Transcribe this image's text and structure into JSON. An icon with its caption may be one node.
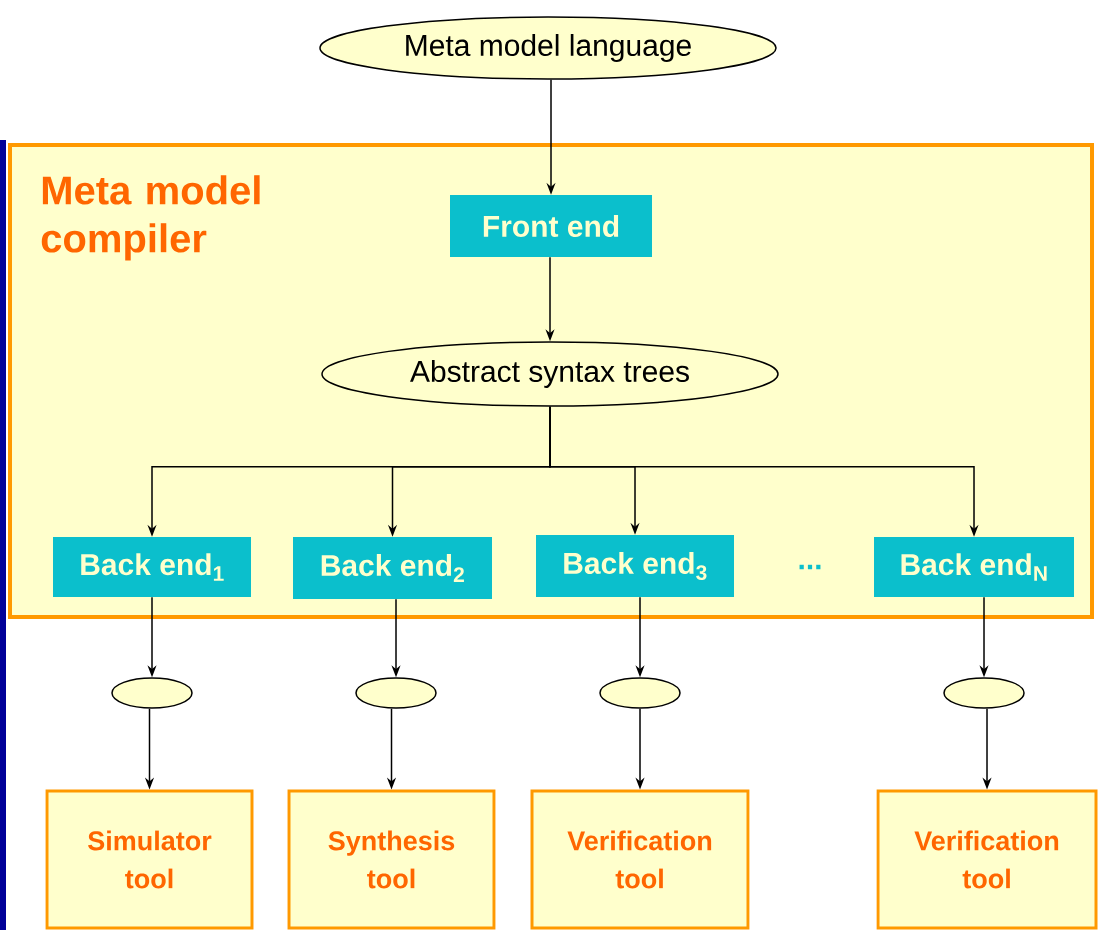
{
  "diagram": {
    "nodes": [
      {
        "text": [
          "Meta model language"
        ]
      },
      {
        "text": [
          "Meta model compiler"
        ]
      },
      {
        "text": [
          "Front end"
        ],
        "in": 1
      },
      {
        "text": [
          "Abstract syntax trees"
        ],
        "in": 1
      },
      {
        "text": [
          "Back end$_{1}$"
        ],
        "in": 1
      },
      {
        "text": [
          "Back end$_{2}$"
        ],
        "in": 1
      },
      {
        "text": [
          "Back end$_{3}$"
        ],
        "in": 1
      },
      {
        "text": [
          "Back end$_{N}$"
        ],
        "in": 1
      },
      {
        "text": [],
        "shape": "ellipse"
      },
      {
        "text": [],
        "shape": "ellipse"
      },
      {
        "text": [],
        "shape": "ellipse"
      },
      {
        "text": [],
        "shape": "ellipse"
      },
      {
        "text": [
          "Simulator tool"
        ]
      },
      {
        "text": [
          "Synthesis tool"
        ]
      },
      {
        "text": [
          "Verification tool"
        ]
      },
      {
        "text": [
          "Verification tool"
        ]
      }
    ],
    "edges": [
      {
        "from": 0,
        "to": 2,
        "arrow": "to"
      },
      {
        "from": 2,
        "to": 3,
        "arrow": "to"
      },
      {
        "from": 3,
        "to": 4,
        "arrow": "to"
      },
      {
        "from": 3,
        "to": 5,
        "arrow": "to"
      },
      {
        "from": 3,
        "to": 6,
        "arrow": "to"
      },
      {
        "from": 3,
        "to": 7,
        "arrow": "to"
      },
      {
        "from": 4,
        "to": 8,
        "arrow": "to"
      },
      {
        "from": 5,
        "to": 9,
        "arrow": "to"
      },
      {
        "from": 6,
        "to": 10,
        "arrow": "to"
      },
      {
        "from": 7,
        "to": 11,
        "arrow": "to"
      },
      {
        "from": 8,
        "to": 12,
        "arrow": "to"
      },
      {
        "from": 9,
        "to": 13,
        "arrow": "to"
      },
      {
        "from": 10,
        "to": 14,
        "arrow": "to"
      },
      {
        "from": 11,
        "to": 15,
        "arrow": "to"
      }
    ],
    "labels": [
      "..."
    ]
  }
}
